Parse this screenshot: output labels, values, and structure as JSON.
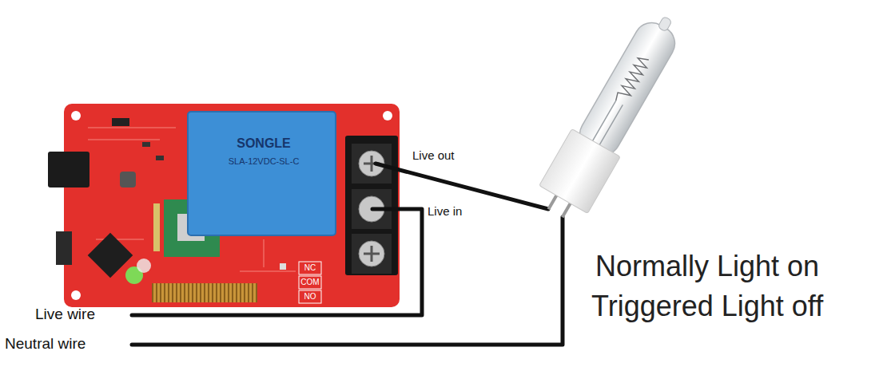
{
  "diagram": {
    "labels": [
      "Live out",
      "Live in",
      "Live wire",
      "Neutral wire",
      "Normally Light on",
      "Triggered Light off",
      "NC",
      "COM",
      "NO",
      "SONGLE",
      "SLA-12VDC-SL-C"
    ]
  }
}
